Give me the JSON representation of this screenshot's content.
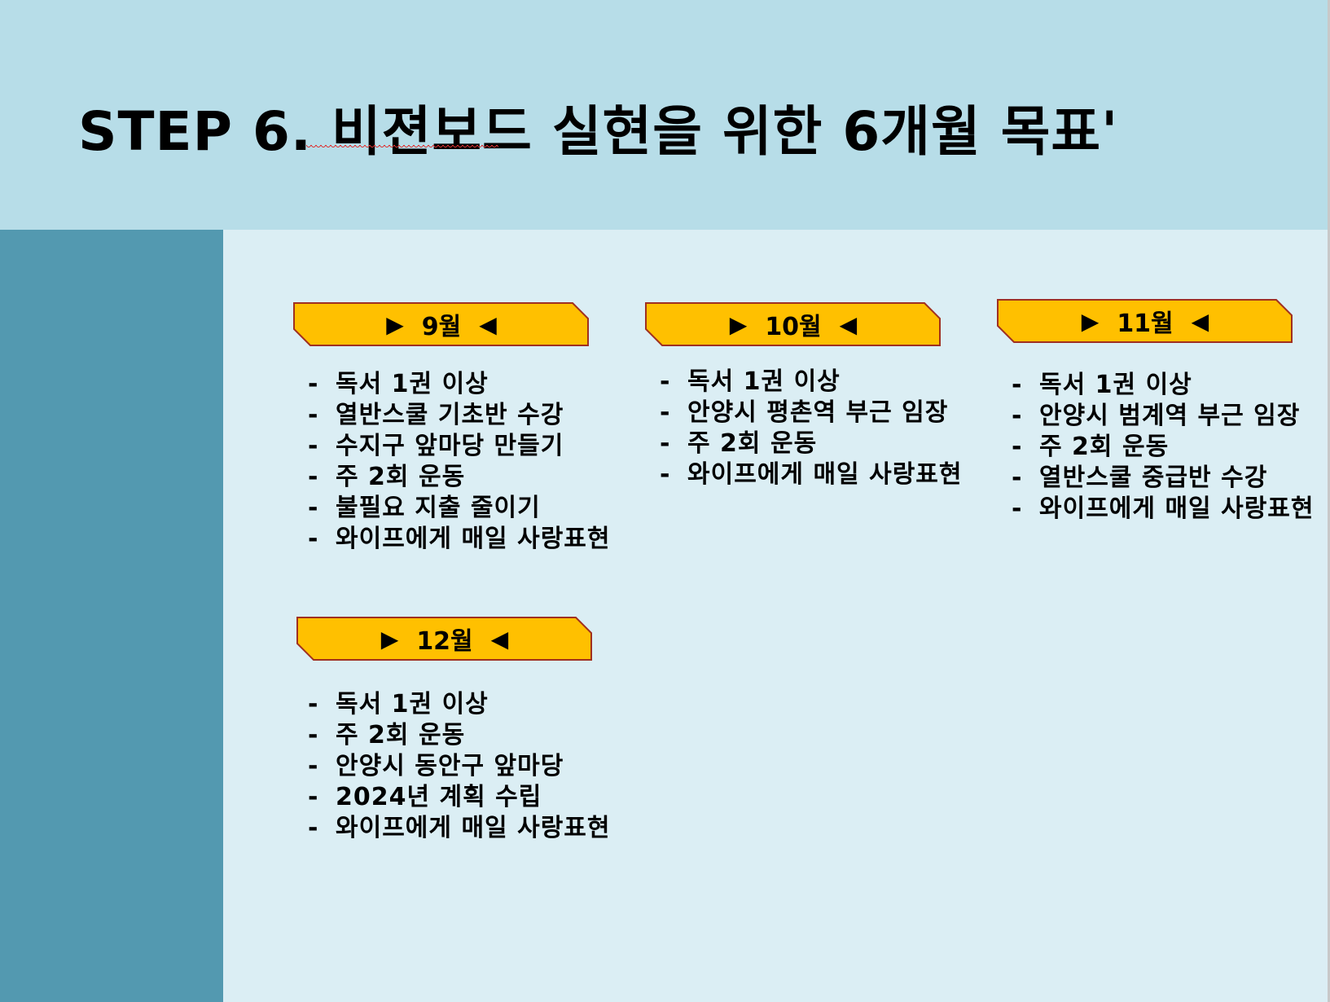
{
  "title": "STEP 6. 비젼보드 실현을 위한 6개월 목표'",
  "months": [
    {
      "label": "9월",
      "goals": [
        "독서 1권 이상",
        "열반스쿨 기초반 수강",
        "수지구 앞마당 만들기",
        "주 2회 운동",
        "불필요 지출 줄이기",
        "와이프에게 매일 사랑표현"
      ]
    },
    {
      "label": "10월",
      "goals": [
        "독서 1권 이상",
        "안양시 평촌역 부근 임장",
        "주 2회 운동",
        "와이프에게 매일 사랑표현"
      ]
    },
    {
      "label": "11월",
      "goals": [
        "독서 1권 이상",
        "안양시 범계역 부근 임장",
        "주 2회 운동",
        "열반스쿨 중급반 수강",
        "와이프에게 매일 사랑표현"
      ]
    },
    {
      "label": "12월",
      "goals": [
        "독서 1권 이상",
        "주 2회 운동",
        "안양시 동안구 앞마당",
        "2024년 계획 수립",
        "와이프에게 매일 사랑표현"
      ]
    }
  ],
  "colors": {
    "header_bg": "#b7dde8",
    "sidebar_bg": "#5399b0",
    "main_bg": "#dbeef4",
    "tab_fill": "#ffc000",
    "tab_border": "#a03020"
  }
}
